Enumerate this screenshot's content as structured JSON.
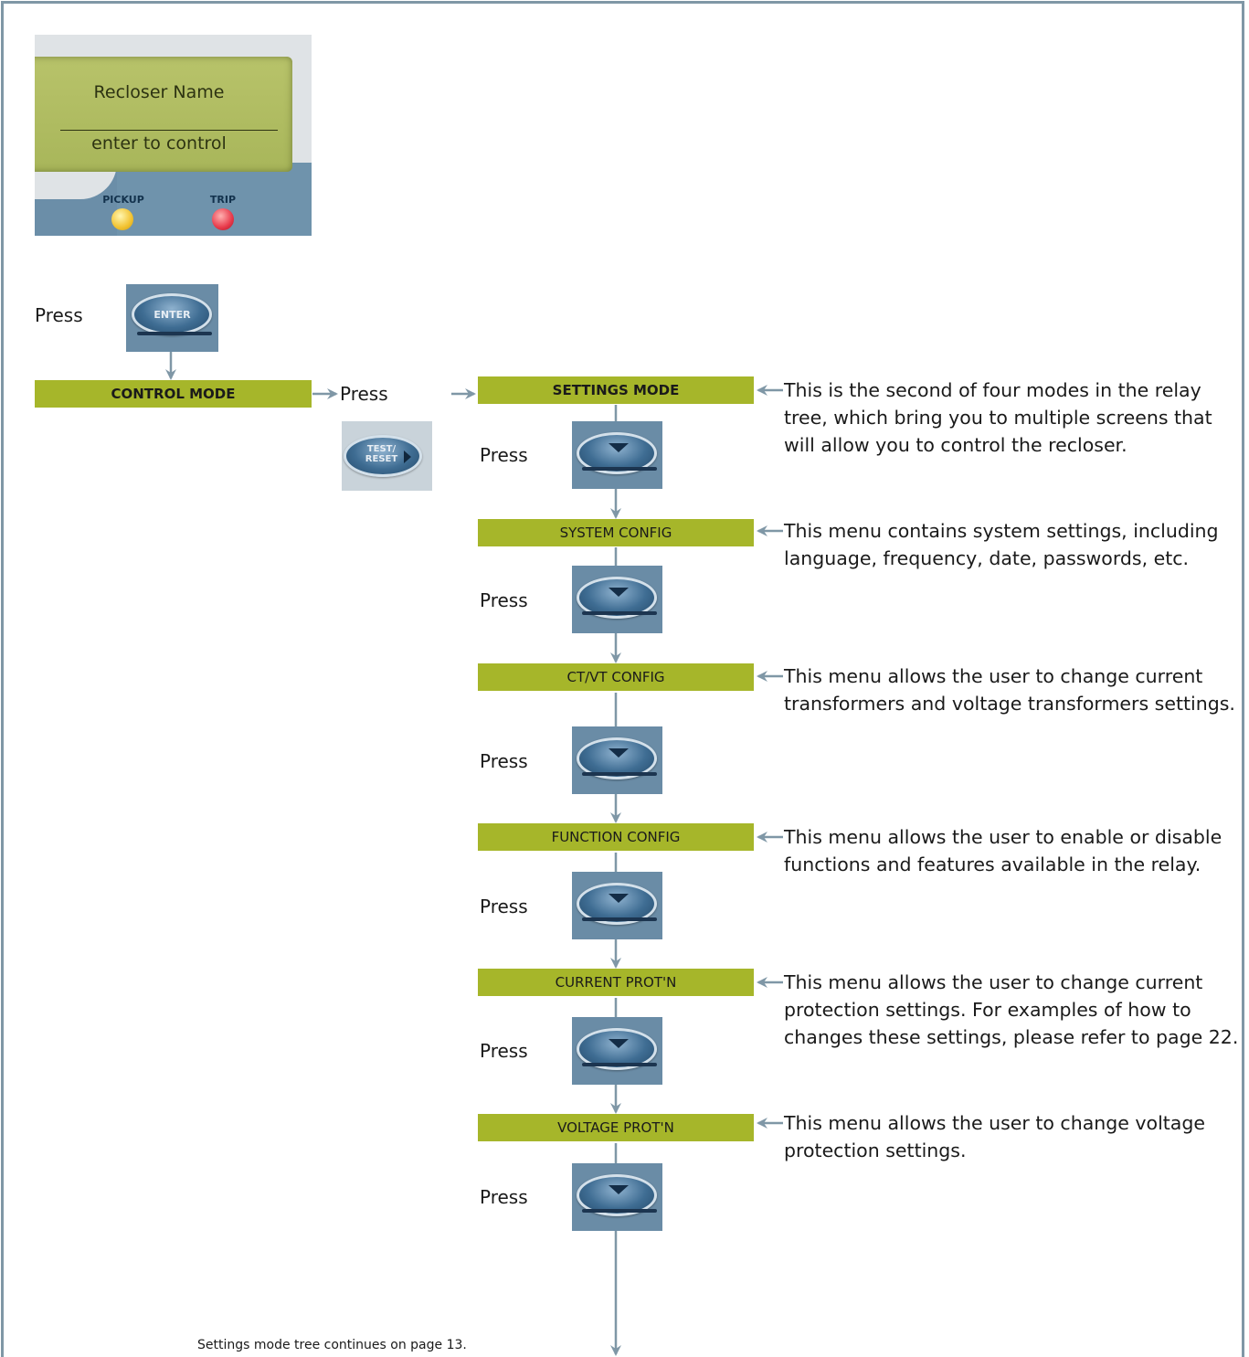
{
  "panel": {
    "lcd_line1": "Recloser Name",
    "lcd_line2": "enter to control",
    "led_pickup_label": "PICKUP",
    "led_trip_label": "TRIP",
    "led_pickup_color": "#f2c230",
    "led_trip_color": "#e8394a"
  },
  "keys": {
    "enter_label": "ENTER",
    "test_reset_label_1": "TEST/",
    "test_reset_label_2": "RESET"
  },
  "press_label": "Press",
  "bar_color": "#a6b62a",
  "arrow_color": "#7f97a6",
  "control_mode": "CONTROL MODE",
  "settings_mode": "SETTINGS MODE",
  "menus": [
    {
      "label": "SYSTEM CONFIG"
    },
    {
      "label": "CT/VT CONFIG"
    },
    {
      "label": "FUNCTION CONFIG"
    },
    {
      "label": "CURRENT PROT'N"
    },
    {
      "label": "VOLTAGE PROT'N"
    }
  ],
  "descriptions": {
    "settings_mode": "This is the second of four modes in the relay tree, which bring you to multiple screens that will allow you to control the recloser.",
    "system_config": "This menu contains system settings, including language, frequency, date, passwords, etc.",
    "ctvt_config": "This menu allows the user to change current transformers and voltage transformers settings.",
    "function_config": "This menu allows the user to enable or disable functions and features available in the relay.",
    "current_protn": "This menu allows the user to change current protection settings. For examples of how to changes these settings, please refer to page 22.",
    "voltage_protn": "This menu allows the user to change voltage protection settings."
  },
  "footer": "Settings mode tree continues on page 13."
}
